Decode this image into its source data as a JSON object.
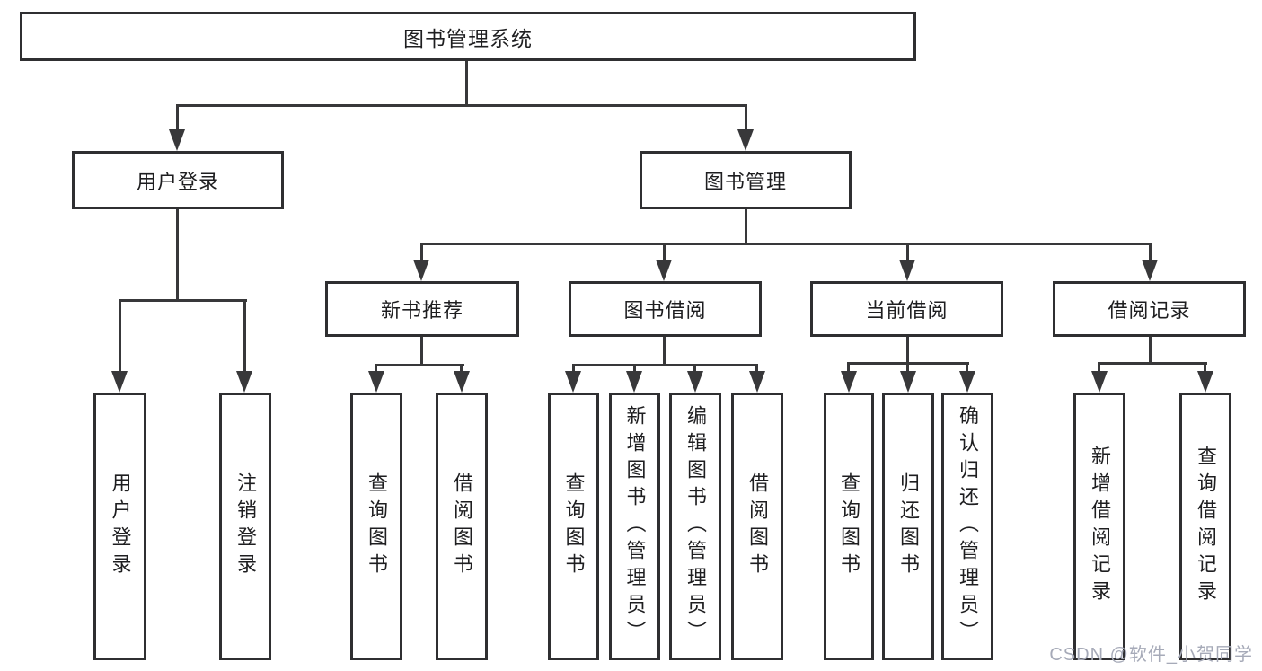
{
  "diagram_type": "hierarchy-tree",
  "tree": {
    "label": "图书管理系统",
    "children": [
      {
        "label": "用户登录",
        "children": [
          {
            "label": "用户登录"
          },
          {
            "label": "注销登录"
          }
        ]
      },
      {
        "label": "图书管理",
        "children": [
          {
            "label": "新书推荐",
            "children": [
              {
                "label": "查询图书"
              },
              {
                "label": "借阅图书"
              }
            ]
          },
          {
            "label": "图书借阅",
            "children": [
              {
                "label": "查询图书"
              },
              {
                "label": "新增图书（管理员）"
              },
              {
                "label": "编辑图书（管理员）"
              },
              {
                "label": "借阅图书"
              }
            ]
          },
          {
            "label": "当前借阅",
            "children": [
              {
                "label": "查询图书"
              },
              {
                "label": "归还图书"
              },
              {
                "label": "确认归还（管理员）"
              }
            ]
          },
          {
            "label": "借阅记录",
            "children": [
              {
                "label": "新增借阅记录"
              },
              {
                "label": "查询借阅记录"
              }
            ]
          }
        ]
      }
    ]
  },
  "watermark": {
    "text": "CSDN @软件_小贺同学"
  },
  "colors": {
    "background": "#ffffff",
    "line": "#38383a",
    "box_border": "#2f2f31",
    "text": "#1e1e20",
    "watermark": "#a6aab8"
  }
}
